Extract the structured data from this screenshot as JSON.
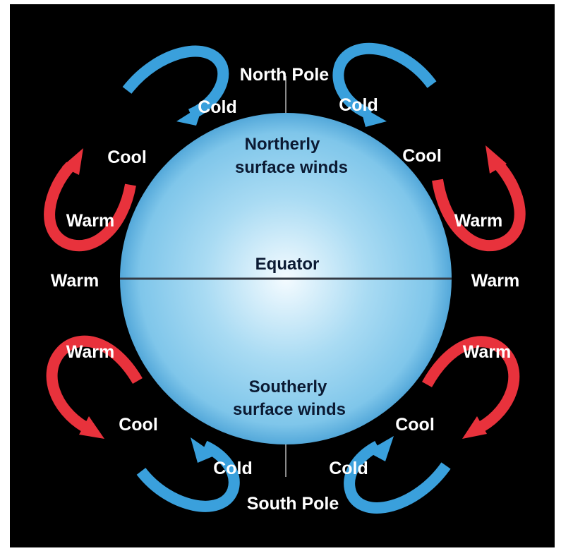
{
  "colors": {
    "background": "#000000",
    "globe_light": "#f4fbff",
    "globe_mid": "#7fc6ea",
    "globe_dark": "#2f8fcc",
    "cold_arrow": "#3aa0dc",
    "warm_arrow": "#e8323c",
    "label_white": "#ffffff",
    "label_dark": "#0b1a33"
  },
  "labels": {
    "north_pole": "North Pole",
    "south_pole": "South Pole",
    "equator": "Equator",
    "northerly_winds_line1": "Northerly",
    "northerly_winds_line2": "surface winds",
    "southerly_winds_line1": "Southerly",
    "southerly_winds_line2": "surface winds",
    "cold_nw": "Cold",
    "cold_ne": "Cold",
    "cold_sw": "Cold",
    "cold_se": "Cold",
    "cool_nw": "Cool",
    "cool_ne": "Cool",
    "cool_sw": "Cool",
    "cool_se": "Cool",
    "warm_nw": "Warm",
    "warm_ne": "Warm",
    "warm_w": "Warm",
    "warm_e": "Warm",
    "warm_sw": "Warm",
    "warm_se": "Warm"
  },
  "arrows": [
    {
      "name": "cold-arrow-north-west",
      "kind": "cold"
    },
    {
      "name": "cold-arrow-north-east",
      "kind": "cold"
    },
    {
      "name": "cold-arrow-south-west",
      "kind": "cold"
    },
    {
      "name": "cold-arrow-south-east",
      "kind": "cold"
    },
    {
      "name": "warm-arrow-north-west",
      "kind": "warm"
    },
    {
      "name": "warm-arrow-north-east",
      "kind": "warm"
    },
    {
      "name": "warm-arrow-south-west",
      "kind": "warm"
    },
    {
      "name": "warm-arrow-south-east",
      "kind": "warm"
    }
  ]
}
